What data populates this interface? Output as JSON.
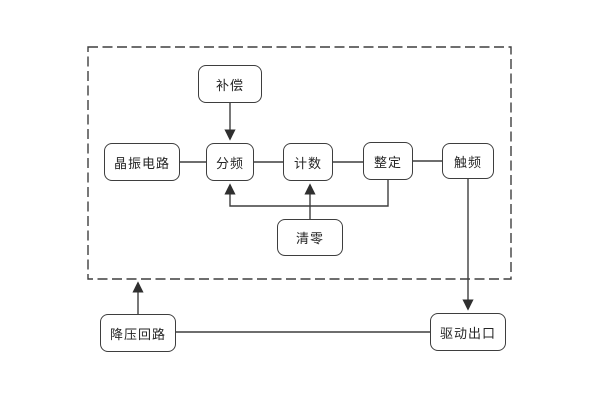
{
  "diagram": {
    "nodes": {
      "compensation": {
        "label": "补偿"
      },
      "crystal_oscillator": {
        "label": "晶振电路"
      },
      "frequency_divider": {
        "label": "分频"
      },
      "counter": {
        "label": "计数"
      },
      "setting": {
        "label": "整定"
      },
      "trigger_frequency": {
        "label": "触频"
      },
      "clear_zero": {
        "label": "清零"
      },
      "step_down_loop": {
        "label": "降压回路"
      },
      "drive_output": {
        "label": "驱动出口"
      }
    },
    "edges": [
      {
        "from": "compensation",
        "to": "frequency_divider",
        "arrow": true
      },
      {
        "from": "crystal_oscillator",
        "to": "frequency_divider",
        "arrow": false
      },
      {
        "from": "frequency_divider",
        "to": "counter",
        "arrow": false
      },
      {
        "from": "counter",
        "to": "setting",
        "arrow": false
      },
      {
        "from": "setting",
        "to": "trigger_frequency",
        "arrow": false
      },
      {
        "from": "setting",
        "to": "frequency_divider",
        "arrow": true,
        "route": "down-left-up"
      },
      {
        "from": "clear_zero",
        "to": "counter",
        "arrow": true
      },
      {
        "from": "trigger_frequency",
        "to": "drive_output",
        "arrow": true
      },
      {
        "from": "step_down_loop",
        "to": "dashed_boundary",
        "arrow": true
      },
      {
        "from": "step_down_loop",
        "to": "drive_output",
        "arrow": false
      }
    ],
    "colors": {
      "line": "#3e3e3e",
      "arrow": "#2f2f2f",
      "text": "#262626",
      "box_fill": "#ffffff",
      "background": "#ffffff"
    }
  }
}
